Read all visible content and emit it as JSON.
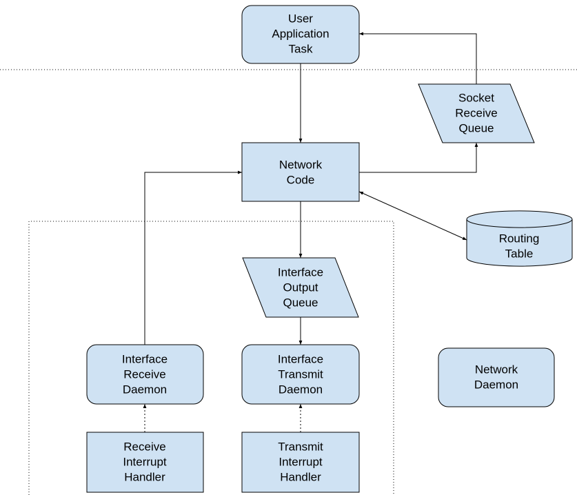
{
  "colors": {
    "node_fill": "#cfe2f3",
    "stroke": "#000000",
    "background": "#ffffff"
  },
  "nodes": {
    "user_app": {
      "shape": "rounded-rect",
      "lines": [
        "User",
        "Application",
        "Task"
      ]
    },
    "socket_queue": {
      "shape": "parallelogram",
      "lines": [
        "Socket",
        "Receive",
        "Queue"
      ]
    },
    "network_code": {
      "shape": "rect",
      "lines": [
        "Network",
        "Code"
      ]
    },
    "routing_table": {
      "shape": "cylinder",
      "lines": [
        "Routing",
        "Table"
      ]
    },
    "output_queue": {
      "shape": "parallelogram",
      "lines": [
        "Interface",
        "Output",
        "Queue"
      ]
    },
    "receive_daemon": {
      "shape": "rounded-rect",
      "lines": [
        "Interface",
        "Receive",
        "Daemon"
      ]
    },
    "transmit_daemon": {
      "shape": "rounded-rect",
      "lines": [
        "Interface",
        "Transmit",
        "Daemon"
      ]
    },
    "network_daemon": {
      "shape": "rounded-rect",
      "lines": [
        "Network",
        "Daemon"
      ]
    },
    "receive_handler": {
      "shape": "rect",
      "lines": [
        "Receive",
        "Interrupt",
        "Handler"
      ]
    },
    "transmit_handler": {
      "shape": "rect",
      "lines": [
        "Transmit",
        "Interrupt",
        "Handler"
      ]
    }
  },
  "edges": [
    {
      "from": "user_app",
      "to": "network_code",
      "style": "solid",
      "arrow": "end"
    },
    {
      "from": "network_code",
      "to": "socket_queue",
      "style": "solid",
      "arrow": "end"
    },
    {
      "from": "socket_queue",
      "to": "user_app",
      "style": "solid",
      "arrow": "end"
    },
    {
      "from": "network_code",
      "to": "routing_table",
      "style": "solid",
      "arrow": "both"
    },
    {
      "from": "network_code",
      "to": "output_queue",
      "style": "solid",
      "arrow": "end"
    },
    {
      "from": "output_queue",
      "to": "transmit_daemon",
      "style": "solid",
      "arrow": "end"
    },
    {
      "from": "receive_daemon",
      "to": "network_code",
      "style": "solid",
      "arrow": "end"
    },
    {
      "from": "receive_handler",
      "to": "receive_daemon",
      "style": "dotted",
      "arrow": "end"
    },
    {
      "from": "transmit_handler",
      "to": "transmit_daemon",
      "style": "dotted",
      "arrow": "end"
    }
  ]
}
